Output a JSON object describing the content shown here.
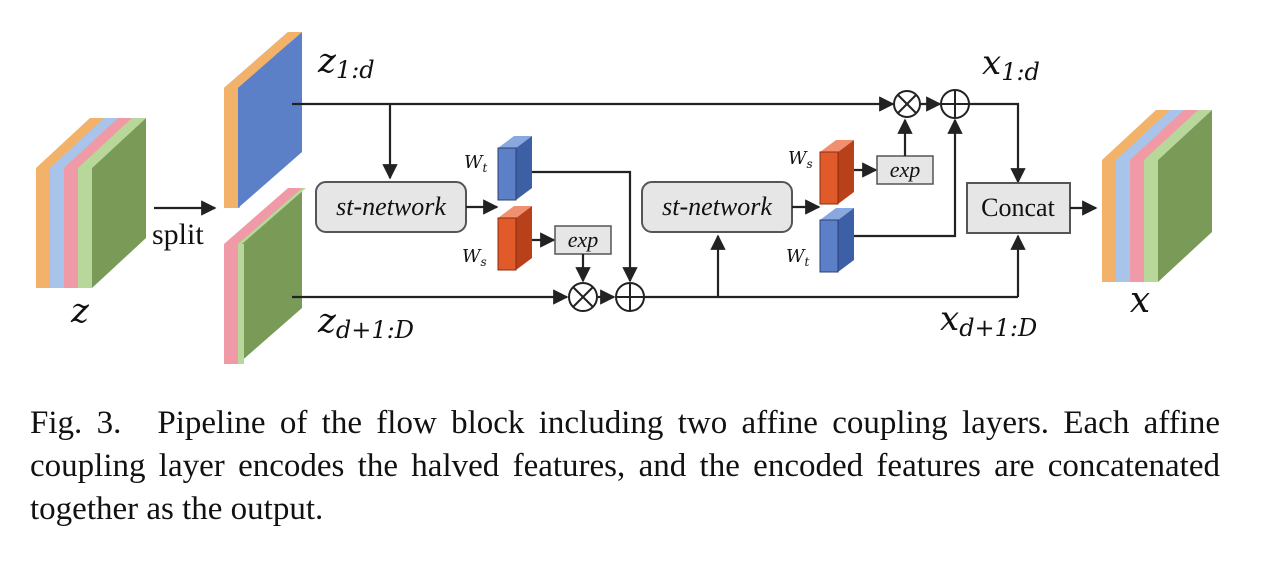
{
  "diagram": {
    "input_label": "z",
    "split_label": "split",
    "z_top_label": "z",
    "z_top_sub": "1:d",
    "z_bottom_label": "z",
    "z_bottom_sub": "d+1:D",
    "st_network_1": "st-network",
    "st_network_2": "st-network",
    "wt_main": "W",
    "wt_sub": "t",
    "ws_main": "W",
    "ws_sub": "s",
    "exp_label": "exp",
    "concat_label": "Concat",
    "x_top_label": "x",
    "x_top_sub": "1:d",
    "x_bottom_label": "x",
    "x_bottom_sub": "d+1:D",
    "output_label": "x",
    "colors": {
      "blue_block": "#5b80c8",
      "orange_block": "#e05a2a",
      "green_block": "#7a9a58",
      "stripe_orange": "#f2b26a",
      "stripe_blue": "#a9c4ea",
      "stripe_pink": "#ef9aa6",
      "stripe_green": "#b7d89a"
    }
  },
  "caption": {
    "figure": "Fig. 3.",
    "text": "Pipeline of the flow block including two affine coupling layers. Each affine coupling layer encodes the halved features, and the encoded features are concatenated together as the output."
  }
}
